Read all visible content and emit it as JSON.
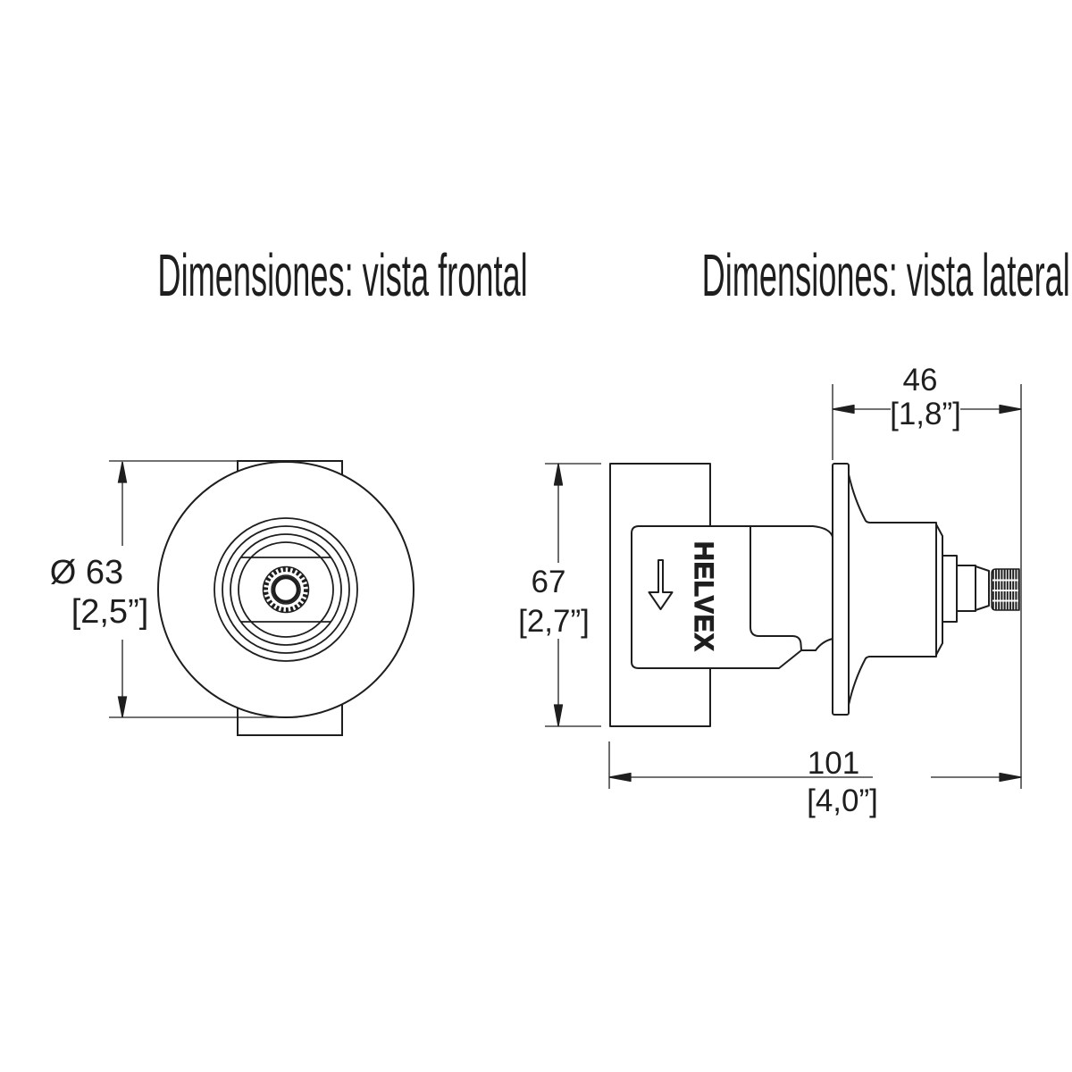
{
  "page": {
    "background_color": "#ffffff",
    "line_color": "#1e1e1e"
  },
  "front_view": {
    "title": "Dimensiones: vista frontal",
    "diameter_label": "Ø 63",
    "diameter_inches": "[2,5”]"
  },
  "side_view": {
    "title": "Dimensiones: vista lateral",
    "brand": "HELVEX",
    "height_label": "67",
    "height_inches": "[2,7”]",
    "depth_label": "46",
    "depth_inches": "[1,8”]",
    "overall_label": "101",
    "overall_inches": "[4,0”]"
  }
}
